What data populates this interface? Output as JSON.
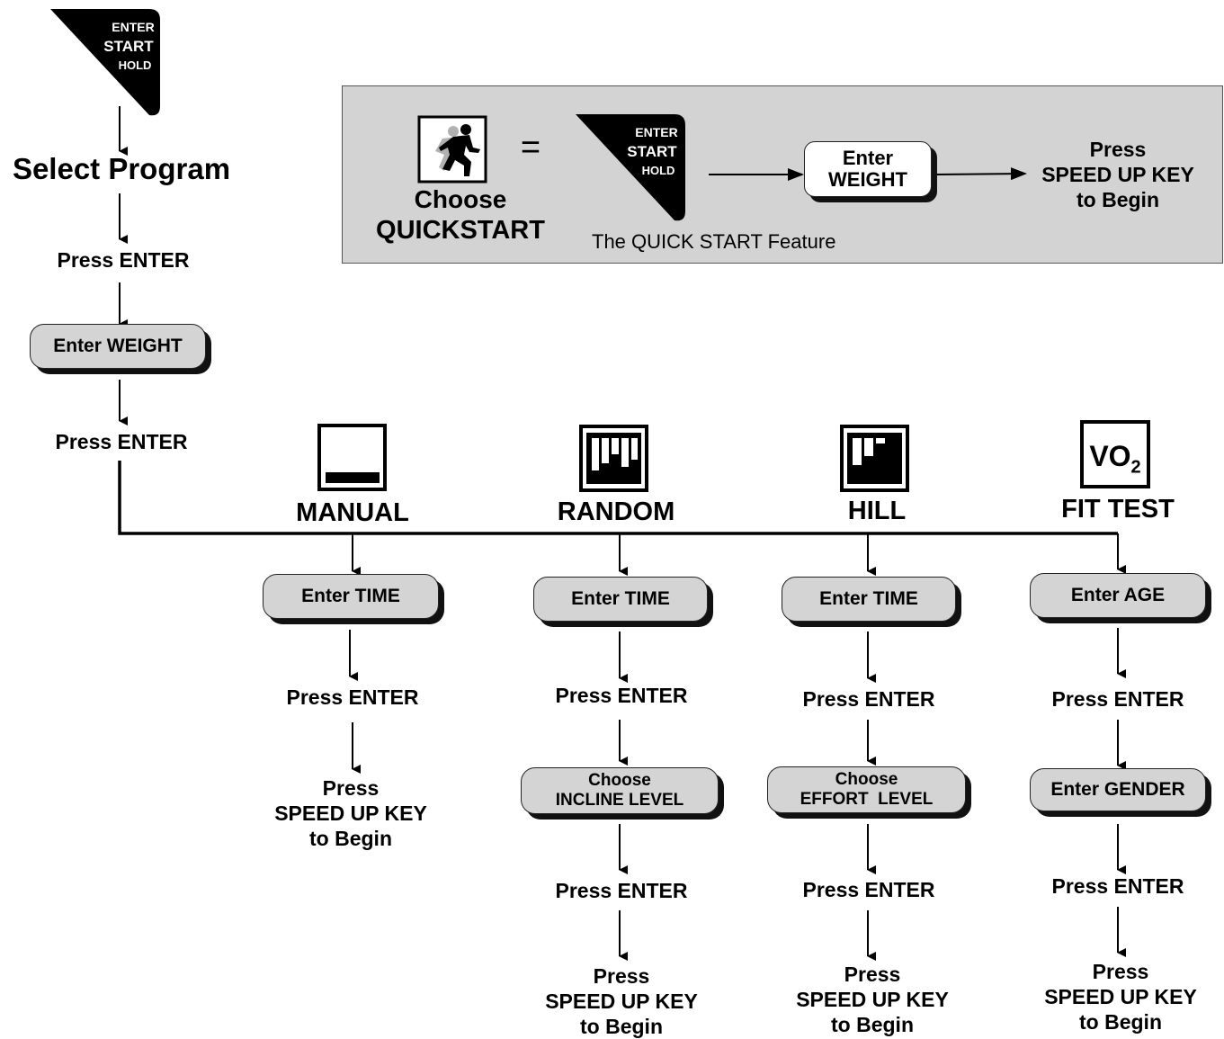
{
  "start_key": {
    "line1": "ENTER",
    "line2": "START",
    "line3": "HOLD"
  },
  "left_flow": {
    "select_program": "Select Program",
    "press_enter_1": "Press ENTER",
    "enter_weight": "Enter WEIGHT",
    "press_enter_2": "Press ENTER"
  },
  "quickstart": {
    "choose_line1": "Choose",
    "choose_line2": "QUICKSTART",
    "equals": "=",
    "enter_weight_line1": "Enter",
    "enter_weight_line2": "WEIGHT",
    "press": "Press",
    "speed_up_key": "SPEED UP KEY",
    "to_begin": "to Begin",
    "caption": "The QUICK START Feature"
  },
  "programs": {
    "manual": {
      "name": "MANUAL",
      "enter_time": "Enter TIME",
      "press_enter": "Press ENTER",
      "press": "Press",
      "speed_up_key": "SPEED UP KEY",
      "to_begin": "to Begin"
    },
    "random": {
      "name": "RANDOM",
      "enter_time": "Enter TIME",
      "press_enter_1": "Press ENTER",
      "choose_line1": "Choose",
      "choose_line2": "INCLINE LEVEL",
      "press_enter_2": "Press ENTER",
      "press": "Press",
      "speed_up_key": "SPEED UP KEY",
      "to_begin": "to Begin"
    },
    "hill": {
      "name": "HILL",
      "enter_time": "Enter TIME",
      "press_enter_1": "Press ENTER",
      "choose_line1": "Choose",
      "choose_line2": "EFFORT  LEVEL",
      "press_enter_2": "Press ENTER",
      "press": "Press",
      "speed_up_key": "SPEED UP KEY",
      "to_begin": "to Begin"
    },
    "fit_test": {
      "icon_text": "VO",
      "icon_sub": "2",
      "name": "FIT TEST",
      "enter_age": "Enter AGE",
      "press_enter_1": "Press ENTER",
      "enter_gender": "Enter GENDER",
      "press_enter_2": "Press ENTER",
      "press": "Press",
      "speed_up_key": "SPEED UP KEY",
      "to_begin": "to Begin"
    }
  },
  "icons": [
    "start-key-icon",
    "runner-icon",
    "manual-profile-icon",
    "random-profile-icon",
    "hill-profile-icon",
    "vo2-icon",
    "down-arrow-icon",
    "right-arrow-icon"
  ]
}
